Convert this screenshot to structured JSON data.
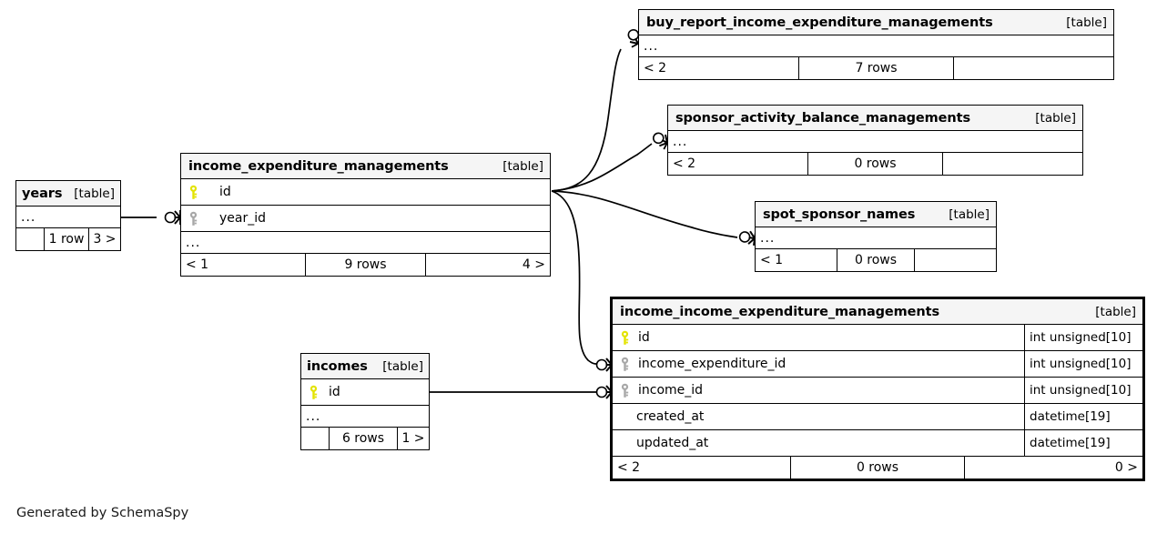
{
  "diagram": {
    "credit": "Generated by SchemaSpy",
    "table_tag": "[table]",
    "ellipsis": "...",
    "colors": {
      "pk_key": "#e3e300",
      "fk_key": "#a8a8a8",
      "header_bg": "#f5f5f5",
      "border": "#000000",
      "background": "#ffffff"
    }
  },
  "tables": [
    {
      "id": "buy_report_income_expenditure_managements",
      "name": "buy_report_income_expenditure_managements",
      "tag": "[table]",
      "highlight": false,
      "columns": [],
      "has_ellipsis": true,
      "footer": {
        "left": "< 2",
        "mid": "7 rows",
        "right": ""
      }
    },
    {
      "id": "sponsor_activity_balance_managements",
      "name": "sponsor_activity_balance_managements",
      "tag": "[table]",
      "highlight": false,
      "columns": [],
      "has_ellipsis": true,
      "footer": {
        "left": "< 2",
        "mid": "0 rows",
        "right": ""
      }
    },
    {
      "id": "spot_sponsor_names",
      "name": "spot_sponsor_names",
      "tag": "[table]",
      "highlight": false,
      "columns": [],
      "has_ellipsis": true,
      "footer": {
        "left": "< 1",
        "mid": "0 rows",
        "right": ""
      }
    },
    {
      "id": "income_expenditure_managements",
      "name": "income_expenditure_managements",
      "tag": "[table]",
      "highlight": false,
      "columns": [
        {
          "label": "id",
          "key": "primary",
          "type": ""
        },
        {
          "label": "year_id",
          "key": "foreign",
          "type": ""
        }
      ],
      "has_ellipsis": true,
      "footer": {
        "left": "< 1",
        "mid": "9 rows",
        "right": "4 >"
      }
    },
    {
      "id": "years",
      "name": "years",
      "tag": "[table]",
      "highlight": false,
      "columns": [],
      "has_ellipsis": true,
      "footer": {
        "left": "",
        "mid": "1 row",
        "right": "3 >"
      }
    },
    {
      "id": "incomes",
      "name": "incomes",
      "tag": "[table]",
      "highlight": false,
      "columns": [
        {
          "label": "id",
          "key": "primary",
          "type": ""
        }
      ],
      "has_ellipsis": true,
      "footer": {
        "left": "",
        "mid": "6 rows",
        "right": "1 >"
      }
    },
    {
      "id": "income_income_expenditure_managements",
      "name": "income_income_expenditure_managements",
      "tag": "[table]",
      "highlight": true,
      "columns": [
        {
          "label": "id",
          "key": "primary",
          "type": "int unsigned[10]"
        },
        {
          "label": "income_expenditure_id",
          "key": "foreign",
          "type": "int unsigned[10]"
        },
        {
          "label": "income_id",
          "key": "foreign",
          "type": "int unsigned[10]"
        },
        {
          "label": "created_at",
          "key": "none",
          "type": "datetime[19]"
        },
        {
          "label": "updated_at",
          "key": "none",
          "type": "datetime[19]"
        }
      ],
      "has_ellipsis": false,
      "footer": {
        "left": "< 2",
        "mid": "0 rows",
        "right": "0 >"
      }
    }
  ],
  "relationships": [
    {
      "from": "income_expenditure_managements",
      "to": "buy_report_income_expenditure_managements",
      "endpoint": "zero-or-many"
    },
    {
      "from": "income_expenditure_managements",
      "to": "sponsor_activity_balance_managements",
      "endpoint": "zero-or-many"
    },
    {
      "from": "income_expenditure_managements",
      "to": "spot_sponsor_names",
      "endpoint": "zero-or-many"
    },
    {
      "from": "income_expenditure_managements",
      "to": "income_income_expenditure_managements",
      "endpoint": "zero-or-many"
    },
    {
      "from": "years",
      "to": "income_expenditure_managements",
      "endpoint": "zero-or-many"
    },
    {
      "from": "incomes",
      "to": "income_income_expenditure_managements",
      "endpoint": "zero-or-many"
    }
  ]
}
